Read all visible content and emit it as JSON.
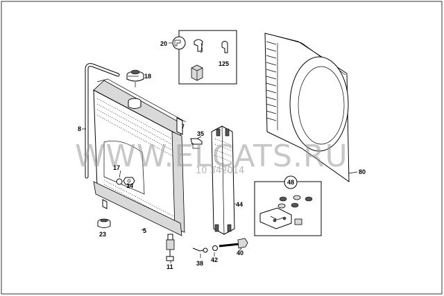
{
  "callouts": {
    "c20": "20",
    "c125": "125",
    "c18": "18",
    "c8": "8",
    "c35": "35",
    "c17": "17",
    "c14": "14",
    "c23": "23",
    "c5": "5",
    "c11": "11",
    "c38": "38",
    "c42": "42",
    "c40": "40",
    "c44": "44",
    "c48": "48",
    "c80": "80"
  },
  "watermark": "WWW.ELCATS.RU",
  "drawing_number": "10 342014",
  "colors": {
    "line": "#000000",
    "watermark": "#9a9a9a",
    "background": "#ffffff"
  }
}
